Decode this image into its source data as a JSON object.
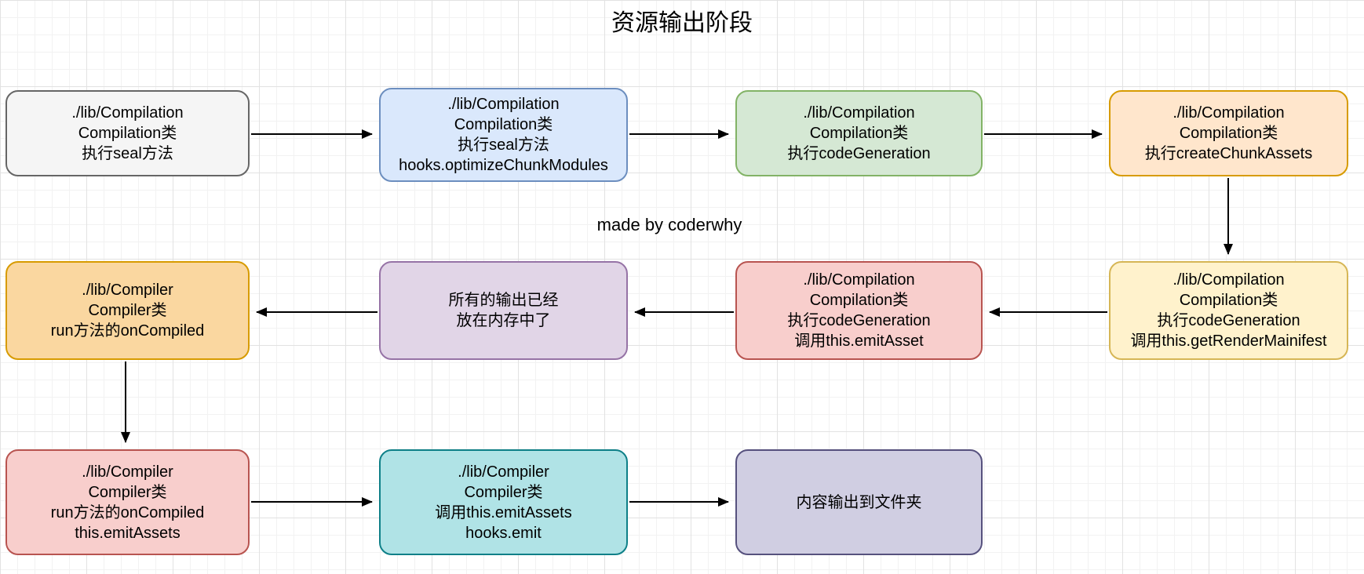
{
  "title": "资源输出阶段",
  "watermark": "made by coderwhy",
  "arrow_color": "#000000",
  "nodes": [
    {
      "id": "compilation-seal",
      "text": "./lib/Compilation\nCompilation类\n执行seal方法",
      "fill": "#f5f5f5",
      "stroke": "#666666"
    },
    {
      "id": "compilation-seal-hooks-optimize",
      "text": "./lib/Compilation\nCompilation类\n执行seal方法\nhooks.optimizeChunkModules",
      "fill": "#dae8fc",
      "stroke": "#6c8ebf"
    },
    {
      "id": "compilation-codegeneration",
      "text": "./lib/Compilation\nCompilation类\n执行codeGeneration",
      "fill": "#d5e8d4",
      "stroke": "#82b366"
    },
    {
      "id": "compilation-createchunkassets",
      "text": "./lib/Compilation\nCompilation类\n执行createChunkAssets",
      "fill": "#ffe6cc",
      "stroke": "#d79b00"
    },
    {
      "id": "compilation-getrendermainifest",
      "text": "./lib/Compilation\nCompilation类\n执行codeGeneration\n调用this.getRenderMainifest",
      "fill": "#fff2cc",
      "stroke": "#d6b656"
    },
    {
      "id": "compilation-emitasset",
      "text": "./lib/Compilation\nCompilation类\n执行codeGeneration\n调用this.emitAsset",
      "fill": "#f8cecc",
      "stroke": "#b85450"
    },
    {
      "id": "output-in-memory",
      "text": "所有的输出已经\n放在内存中了",
      "fill": "#e1d5e7",
      "stroke": "#9673a6"
    },
    {
      "id": "compiler-oncompiled",
      "text": "./lib/Compiler\nCompiler类\nrun方法的onCompiled",
      "fill": "#fad7a0",
      "stroke": "#d79b00"
    },
    {
      "id": "compiler-oncompiled-emitassets",
      "text": "./lib/Compiler\nCompiler类\nrun方法的onCompiled\nthis.emitAssets",
      "fill": "#f8cecc",
      "stroke": "#b85450"
    },
    {
      "id": "compiler-hooks-emit",
      "text": "./lib/Compiler\nCompiler类\n调用this.emitAssets\nhooks.emit",
      "fill": "#b0e3e6",
      "stroke": "#0e8088"
    },
    {
      "id": "output-to-folder",
      "text": "内容输出到文件夹",
      "fill": "#d0cee2",
      "stroke": "#56517e"
    }
  ]
}
